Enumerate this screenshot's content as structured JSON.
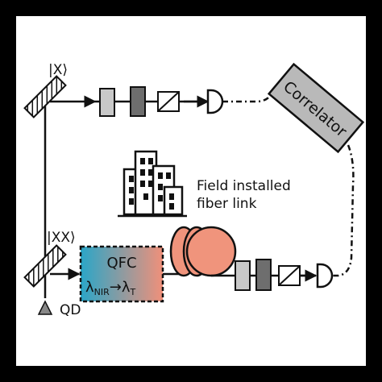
{
  "labels": {
    "ket_x": "|X⟩",
    "ket_xx": "|XX⟩",
    "correlator": "Correlator",
    "field_line1": "Field installed",
    "field_line2": "fiber link",
    "qfc_title": "QFC",
    "qfc_lambda": "λ",
    "qfc_sub_nir": "NIR",
    "qfc_arrow": "→λ",
    "qfc_sub_t": "T",
    "qd": "QD"
  },
  "colors": {
    "background_frame": "#000000",
    "panel": "#ffffff",
    "line": "#111111",
    "filter_light": "#c8c8c8",
    "filter_dark": "#6e6e6e",
    "correlator_fill": "#b9b9b9",
    "fiber_spool": "#f0947c",
    "qfc_gradient_start": "#2aa6c8",
    "qfc_gradient_end": "#f0907a",
    "qd_marker": "#888888"
  },
  "icons": [
    "mirror-icon",
    "filter-icon",
    "polarizer-icon",
    "detector-icon",
    "building-icon",
    "fiber-spool-icon",
    "quantum-dot-icon"
  ]
}
